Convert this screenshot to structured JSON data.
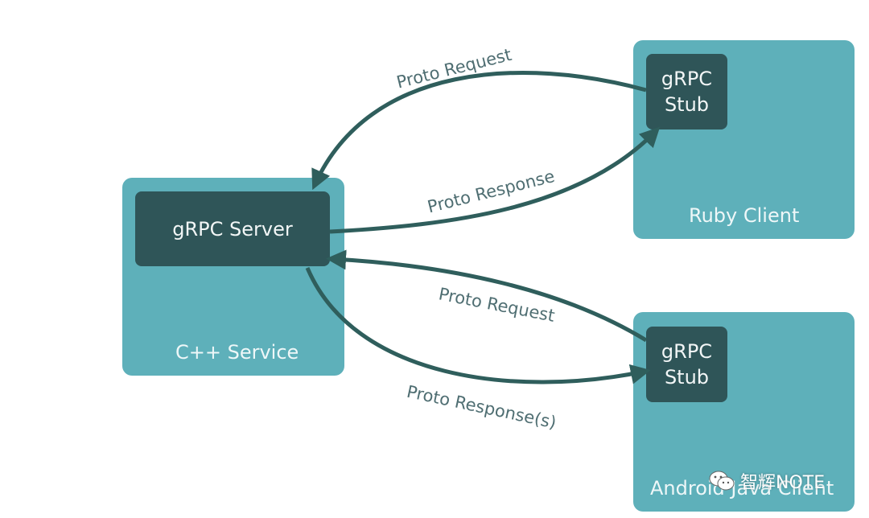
{
  "nodes": {
    "server": {
      "component": "gRPC Server",
      "container": "C++ Service"
    },
    "ruby": {
      "stub_line1": "gRPC",
      "stub_line2": "Stub",
      "container": "Ruby Client"
    },
    "android": {
      "stub_line1": "gRPC",
      "stub_line2": "Stub",
      "container": "Android Java Client"
    }
  },
  "edges": {
    "ruby_request": "Proto Request",
    "ruby_response": "Proto Response",
    "android_request": "Proto Request",
    "android_response": "Proto Response(s)"
  },
  "watermark": "智辉NOTE",
  "colors": {
    "panel": "#5eb0ba",
    "inner_box": "#2f5558",
    "arrow": "#2f5e5c",
    "edge_label": "#4f6e72"
  }
}
